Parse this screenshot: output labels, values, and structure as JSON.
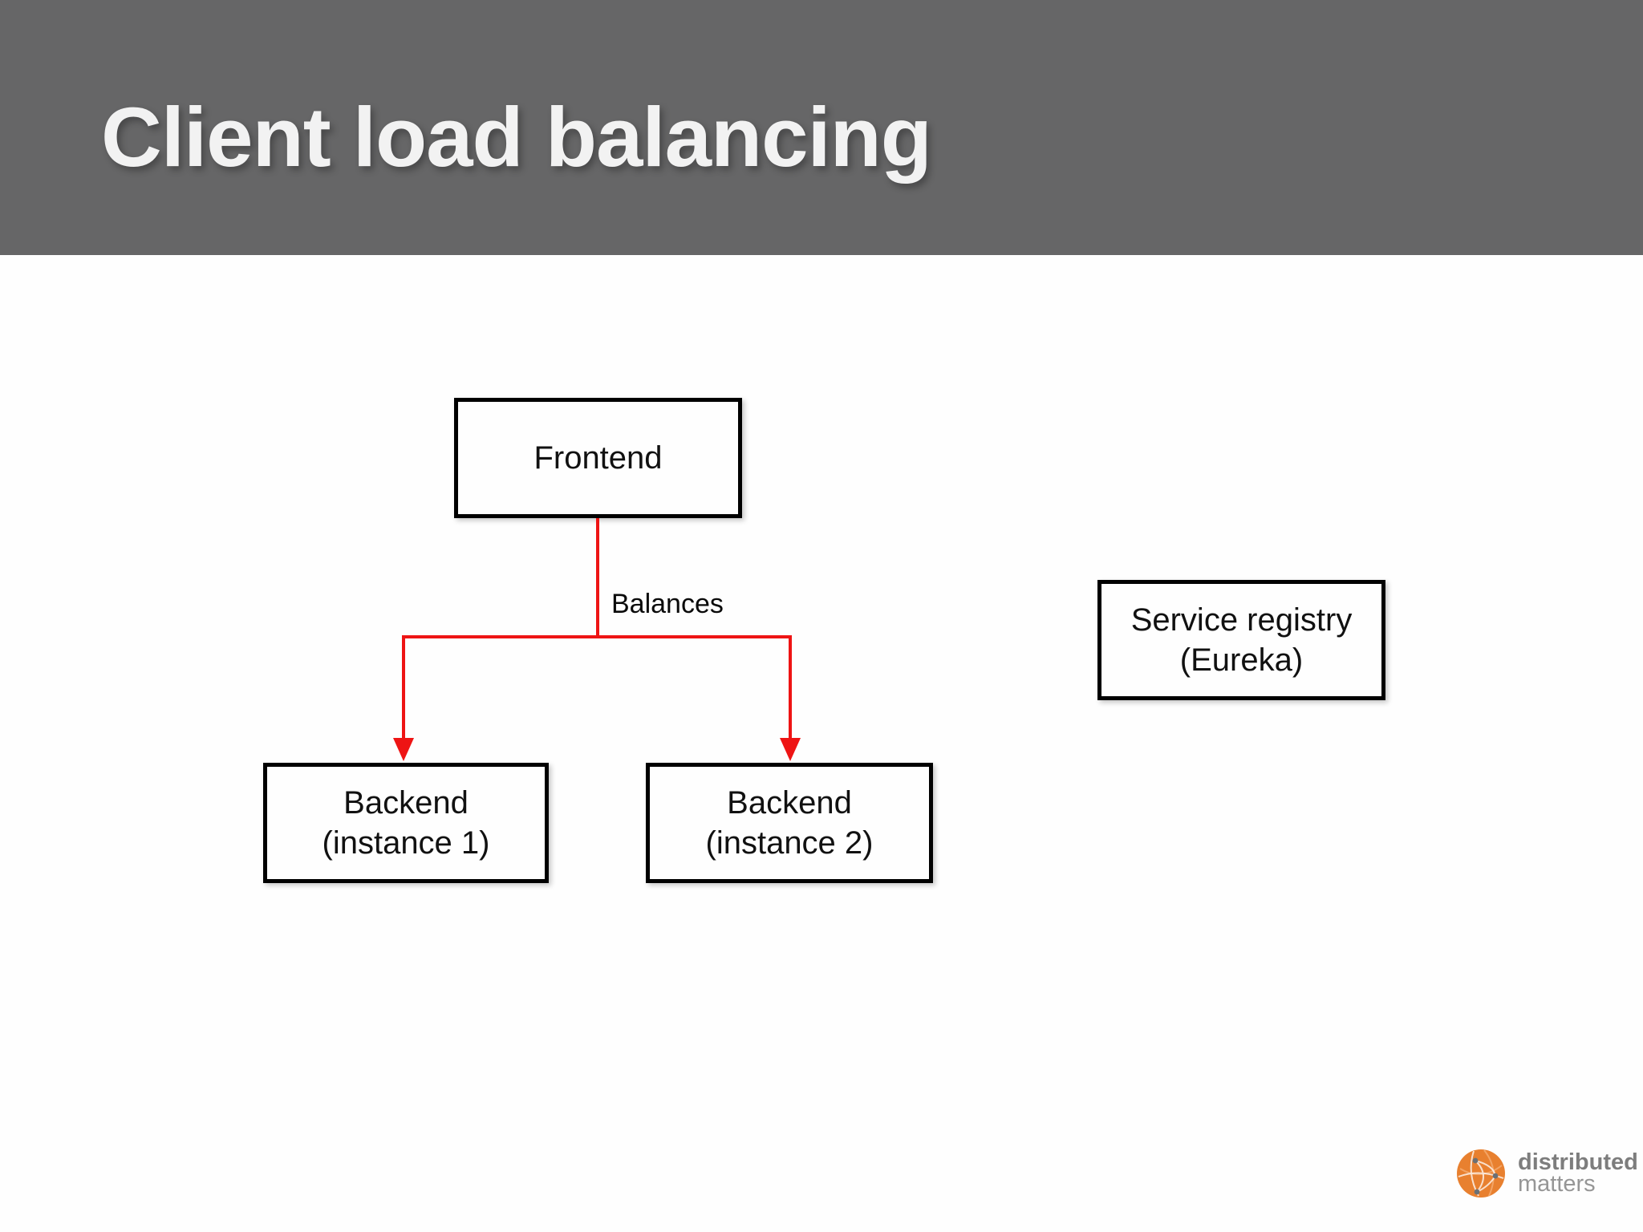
{
  "slide": {
    "title": "Client load balancing"
  },
  "diagram": {
    "nodes": {
      "frontend": {
        "label": "Frontend"
      },
      "backend1": {
        "line1": "Backend",
        "line2": "(instance 1)"
      },
      "backend2": {
        "line1": "Backend",
        "line2": "(instance 2)"
      },
      "registry": {
        "line1": "Service registry",
        "line2": "(Eureka)"
      }
    },
    "edges": {
      "balances_label": "Balances"
    }
  },
  "logo": {
    "line1": "distributed",
    "line2": "matters"
  },
  "colors": {
    "header_bg": "#666667",
    "title_text": "#f2f2f2",
    "body_bg": "#fefefe",
    "box_border": "#000000",
    "arrow_red": "#ee1414",
    "logo_orange": "#e8802f",
    "logo_node_gray": "#6b7075",
    "logo_text_bold": "#7d7d7d",
    "logo_text_light": "#969696"
  }
}
